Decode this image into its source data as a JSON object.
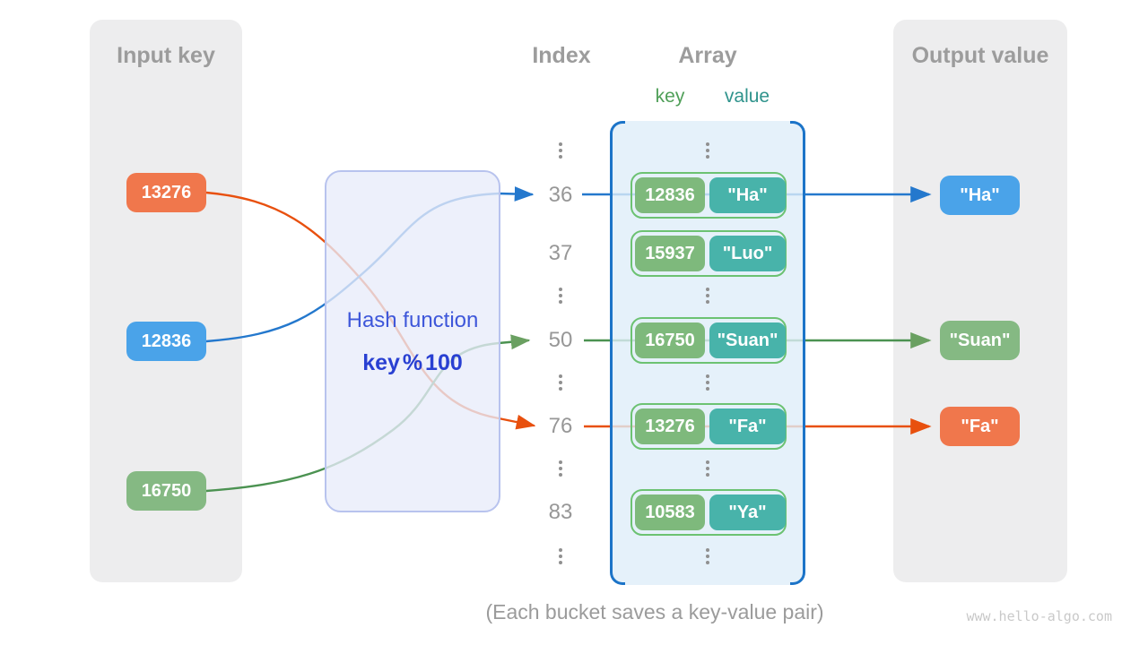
{
  "input_panel": {
    "title": "Input key",
    "items": [
      "13276",
      "12836",
      "16750"
    ]
  },
  "hash": {
    "title": "Hash function",
    "formula": "key % 100"
  },
  "index_column": {
    "title": "Index",
    "values": [
      "36",
      "37",
      "50",
      "76",
      "83"
    ]
  },
  "array_panel": {
    "title": "Array",
    "key_header": "key",
    "value_header": "value",
    "buckets": [
      {
        "key": "12836",
        "value": "\"Ha\""
      },
      {
        "key": "15937",
        "value": "\"Luo\""
      },
      {
        "key": "16750",
        "value": "\"Suan\""
      },
      {
        "key": "13276",
        "value": "\"Fa\""
      },
      {
        "key": "10583",
        "value": "\"Ya\""
      }
    ]
  },
  "output_panel": {
    "title": "Output value",
    "items": [
      "\"Ha\"",
      "\"Suan\"",
      "\"Fa\""
    ]
  },
  "caption": "(Each bucket saves a key-value pair)",
  "watermark": "www.hello-algo.com",
  "colors": {
    "chip_orange": "#f0774c",
    "chip_blue": "#4aa3e9",
    "chip_green": "#85b983",
    "pill_key_green": "#7eb97c",
    "pill_value_teal": "#48b3aa",
    "bucket_border_green": "#6cc272",
    "bracket_blue": "#1c74c8",
    "line_blue": "#2478cd",
    "line_green": "#4b9251",
    "line_orange": "#e8500e",
    "hash_text_blue": "#3e57da",
    "panel_gray": "#ededee",
    "heading_gray": "#9c9c9c"
  }
}
